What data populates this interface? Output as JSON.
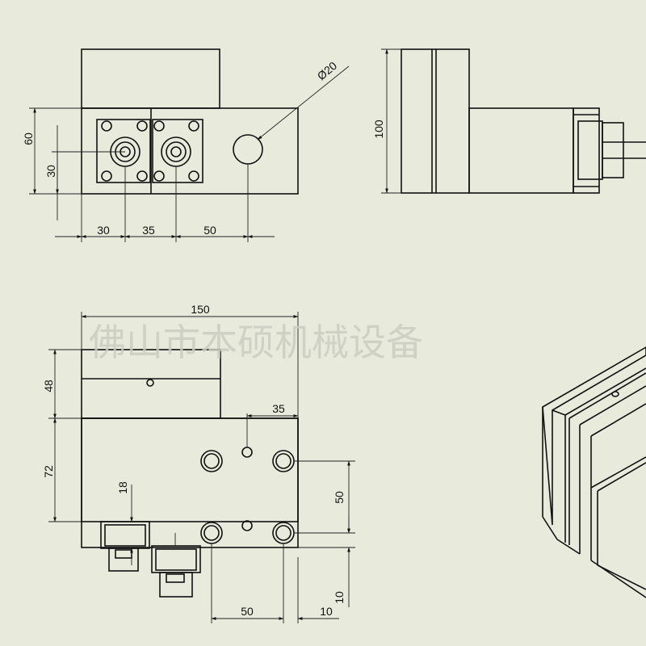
{
  "watermark": "佛山市本硕机械设备",
  "top_view": {
    "dims": {
      "height_60": "60",
      "height_30": "30",
      "width_30": "30",
      "width_35": "35",
      "width_50": "50",
      "hole_dia": "Ø20"
    }
  },
  "side_view": {
    "dims": {
      "height_100": "100"
    }
  },
  "front_view": {
    "dims": {
      "width_150": "150",
      "height_48": "48",
      "height_72": "72",
      "hole_35": "35",
      "hole_50_v": "50",
      "port_18": "18",
      "hole_50_h": "50",
      "edge_10": "10"
    }
  }
}
